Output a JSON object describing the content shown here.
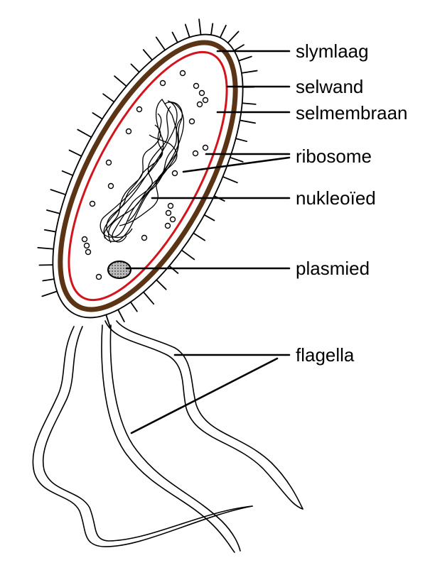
{
  "labels": {
    "slime_layer": "slymlaag",
    "cell_wall": "selwand",
    "cell_membrane": "selmembraan",
    "ribosomes": "ribosome",
    "nucleoid": "nukleoïed",
    "plasmid": "plasmied",
    "flagella": "flagella"
  },
  "colors": {
    "cell_wall": "#5b3416",
    "cell_membrane": "#d4141c",
    "outline": "#000000",
    "plasmid_fill": "#9a9a9a"
  }
}
